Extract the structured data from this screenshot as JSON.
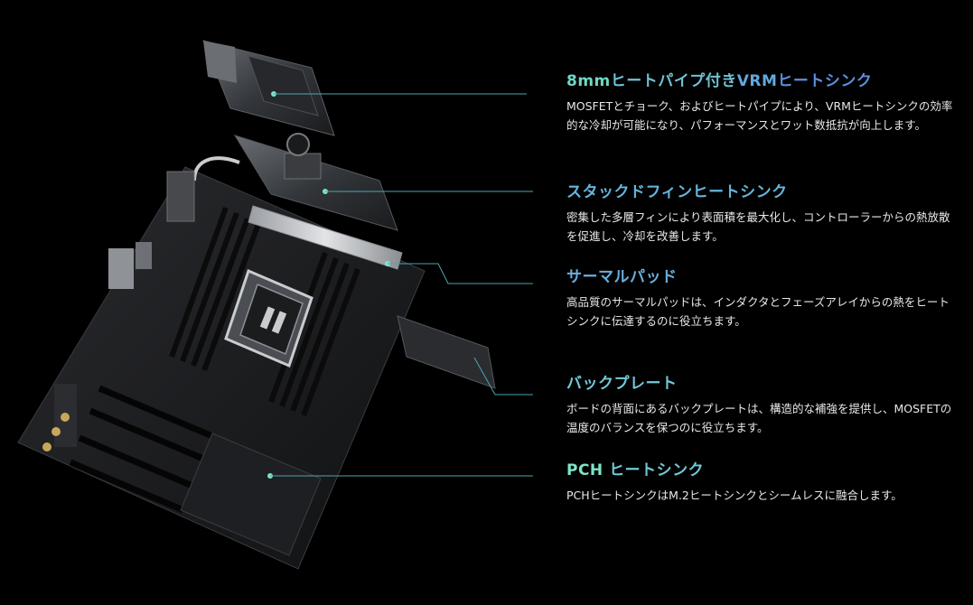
{
  "colors": {
    "background": "#000000",
    "title_gradient_start": "#7fe3c8",
    "title_gradient_end": "#5f8fe0",
    "body_text": "#e8e8e8",
    "leader_line": "#4aa6b0"
  },
  "features": [
    {
      "id": "vrm",
      "title_prefix": "8mm",
      "title_rest": "ヒートパイプ付き",
      "title_strong": "VRM",
      "title_suffix": "ヒートシンク",
      "description": "MOSFETとチョーク、およびヒートパイプにより、VRMヒートシンクの効率的な冷却が可能になり、パフォーマンスとワット数抵抗が向上します。"
    },
    {
      "id": "fin",
      "title": "スタックドフィンヒートシンク",
      "description": "密集した多層フィンにより表面積を最大化し、コントローラーからの熱放散を促進し、冷却を改善します。"
    },
    {
      "id": "pad",
      "title": "サーマルパッド",
      "description": "高品質のサーマルパッドは、インダクタとフェーズアレイからの熱をヒートシンクに伝達するのに役立ちます。"
    },
    {
      "id": "back",
      "title": "バックプレート",
      "description": "ボードの背面にあるバックプレートは、構造的な補強を提供し、MOSFETの温度のバランスを保つのに役立ちます。"
    },
    {
      "id": "pch",
      "title_strong": "PCH",
      "title_rest": " ヒートシンク",
      "description": "PCHヒートシンクはM.2ヒートシンクとシームレスに融合します。"
    }
  ]
}
